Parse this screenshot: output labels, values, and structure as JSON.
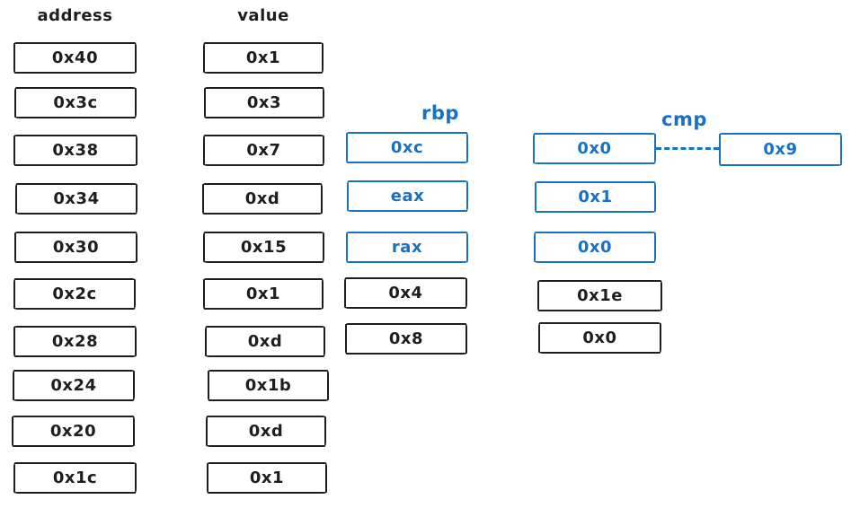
{
  "address_column": {
    "header": "address",
    "cells": [
      "0x40",
      "0x3c",
      "0x38",
      "0x34",
      "0x30",
      "0x2c",
      "0x28",
      "0x24",
      "0x20",
      "0x1c"
    ]
  },
  "value_column": {
    "header": "value",
    "cells": [
      "0x1",
      "0x3",
      "0x7",
      "0xd",
      "0x15",
      "0x1",
      "0xd",
      "0x1b",
      "0xd",
      "0x1"
    ]
  },
  "register_column": {
    "header": "rbp",
    "highlight_cells": [
      "0xc",
      "eax",
      "rax"
    ],
    "plain_cells": [
      "0x4",
      "0x8"
    ]
  },
  "cmp_column": {
    "header": "cmp",
    "highlight_cells": [
      "0x0",
      "0x1",
      "0x0"
    ],
    "plain_cells": [
      "0x1e",
      "0x0"
    ],
    "operand_cell": "0x9"
  },
  "colors": {
    "accent_blue": "#1971c2",
    "ink": "#1e1e1e"
  }
}
